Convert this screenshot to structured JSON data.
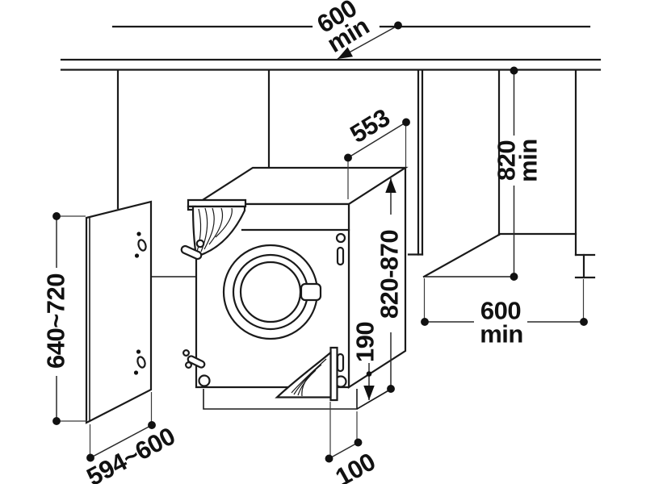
{
  "dimensions": {
    "worktop_depth": {
      "value": "600",
      "qualifier": "min"
    },
    "appliance_depth": {
      "value": "553"
    },
    "niche_height": {
      "value": "820",
      "qualifier": "min"
    },
    "appliance_height": {
      "value": "820-870"
    },
    "plinth_zone_height": {
      "value": "190"
    },
    "floor_clearance_depth": {
      "value": "600",
      "qualifier": "min"
    },
    "plinth_recess": {
      "value": "100"
    },
    "furniture_door_width": {
      "value": "594~600"
    },
    "furniture_door_height": {
      "value": "640~720"
    }
  },
  "colors": {
    "background": "#ffffff",
    "line": "#1a1a1a",
    "dimension": "#2a2a2a"
  }
}
